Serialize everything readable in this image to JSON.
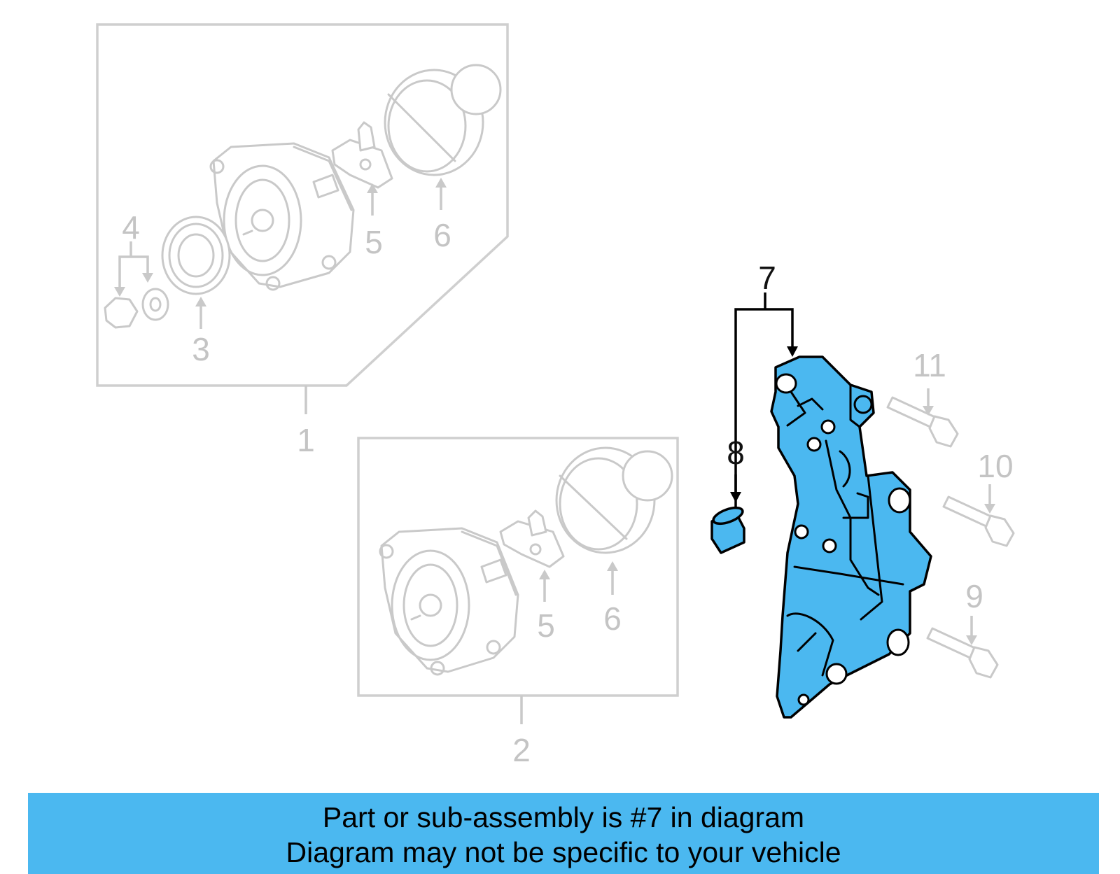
{
  "diagram": {
    "callouts": {
      "c1": "1",
      "c2": "2",
      "c3": "3",
      "c4": "4",
      "c5a": "5",
      "c5b": "5",
      "c6a": "6",
      "c6b": "6",
      "c7": "7",
      "c8": "8",
      "c9": "9",
      "c10": "10",
      "c11": "11"
    },
    "highlight_color": "#4bb8f0",
    "highlighted_part": "7"
  },
  "banner": {
    "line1": "Part or sub-assembly is #7 in diagram",
    "line2": "Diagram may not be specific to your vehicle"
  }
}
